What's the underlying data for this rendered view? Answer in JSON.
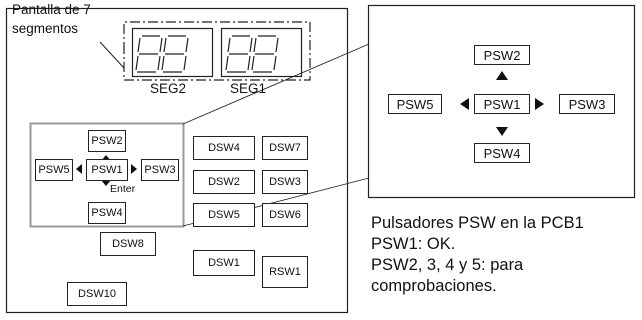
{
  "display_label": [
    "Pantalla de 7",
    "segmentos"
  ],
  "seg2_label": "SEG2",
  "seg1_label": "SEG1",
  "small_buttons": {
    "psw2": "PSW2",
    "psw5": "PSW5",
    "psw1": "PSW1",
    "psw3": "PSW3",
    "psw4": "PSW4",
    "enter": "Enter"
  },
  "dip_switches": {
    "dsw4": "DSW4",
    "dsw7": "DSW7",
    "dsw2": "DSW2",
    "dsw3": "DSW3",
    "dsw5": "DSW5",
    "dsw6": "DSW6",
    "dsw8": "DSW8",
    "dsw1": "DSW1",
    "rsw1": "RSW1",
    "dsw10": "DSW10"
  },
  "zoom_buttons": {
    "psw2": "PSW2",
    "psw5": "PSW5",
    "psw1": "PSW1",
    "psw3": "PSW3",
    "psw4": "PSW4"
  },
  "description": [
    "Pulsadores PSW en la PCB1",
    "PSW1: OK.",
    "PSW2, 3, 4 y 5: para",
    "comprobaciones."
  ]
}
